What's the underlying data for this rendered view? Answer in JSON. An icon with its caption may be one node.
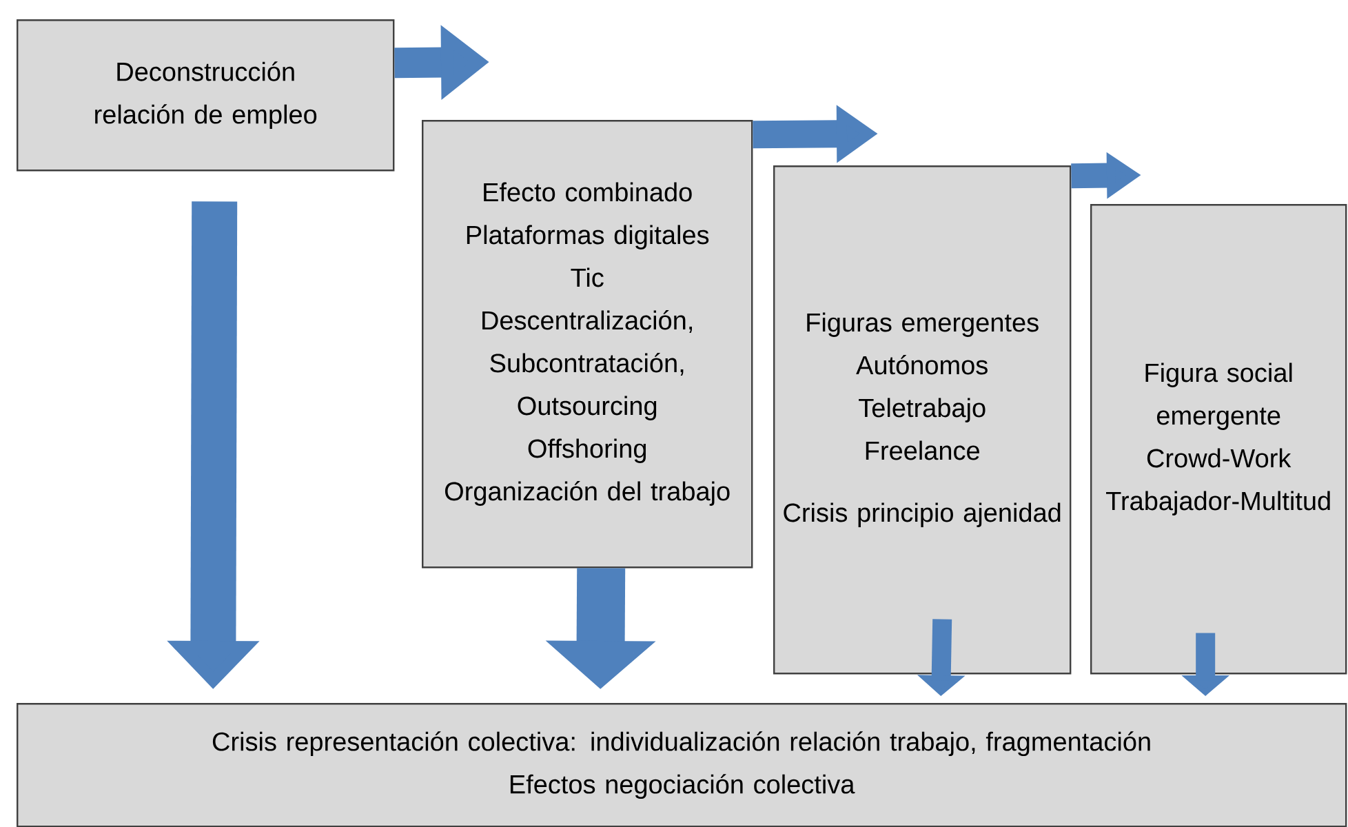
{
  "diagram": {
    "nodes": [
      {
        "text": [
          "Deconstrucción relación de empleo"
        ]
      },
      {
        "text": [
          "Efecto combinado",
          "Plataformas digitales",
          "Tic",
          "Descentralización, Subcontratación,",
          "Outsourcing",
          "Offshoring",
          "Organización del trabajo"
        ]
      },
      {
        "text": [
          "Figuras emergentes",
          "Autónomos",
          "Teletrabajo",
          "Freelance",
          "Crisis principio ajenidad"
        ]
      },
      {
        "text": [
          "Figura social emergente",
          "Crowd-Work",
          "Trabajador-Multitud"
        ]
      },
      {
        "text": [
          "Crisis representación colectiva: individualización relación trabajo, fragmentación",
          "Efectos negociación colectiva"
        ]
      }
    ],
    "edges": [
      {
        "from": 0,
        "to": 1,
        "arrow": "to"
      },
      {
        "from": 1,
        "to": 2,
        "arrow": "to"
      },
      {
        "from": 2,
        "to": 3,
        "arrow": "to"
      },
      {
        "from": 0,
        "to": 4,
        "arrow": "to"
      },
      {
        "from": 1,
        "to": 4,
        "arrow": "to"
      },
      {
        "from": 2,
        "to": 4,
        "arrow": "to"
      },
      {
        "from": 3,
        "to": 4,
        "arrow": "to"
      }
    ]
  }
}
